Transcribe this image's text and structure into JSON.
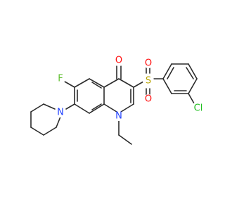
{
  "molecule": {
    "atom_labels": {
      "oxygen_carbonyl": "O",
      "sulfur": "S",
      "oxygen_sulfonyl_a": "O",
      "oxygen_sulfonyl_b": "O",
      "chlorine": "Cl",
      "fluorine": "F",
      "nitrogen_ring": "N",
      "nitrogen_piperidine": "N"
    },
    "colors": {
      "bond": "#2b2b2b",
      "O": "#ff0d0d",
      "S": "#b8a400",
      "Cl": "#1fbf1f",
      "F": "#5fbf2f",
      "N": "#2040ff"
    }
  }
}
